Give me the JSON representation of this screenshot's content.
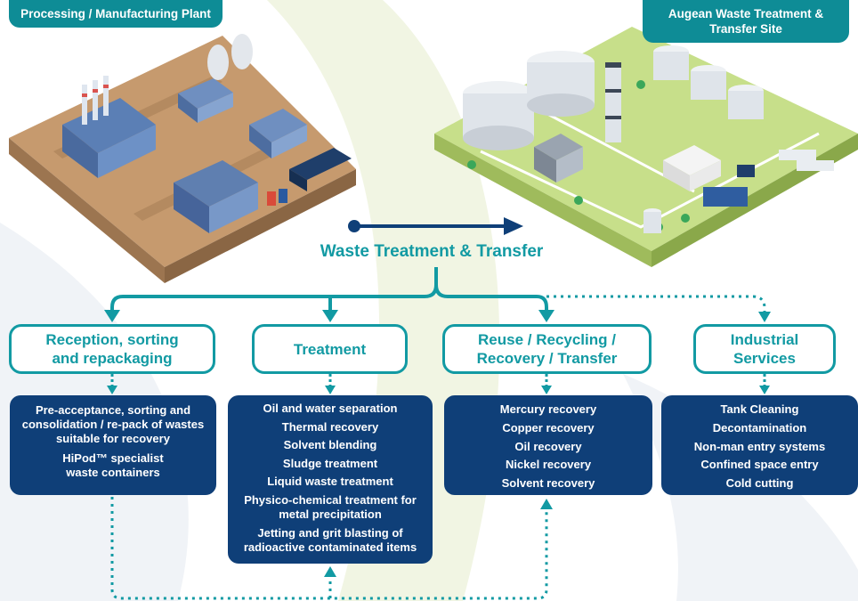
{
  "tags": {
    "left": "Processing / Manufacturing Plant",
    "right": "Augean Waste Treatment & Transfer Site"
  },
  "main_title": "Waste Treatment & Transfer",
  "columns": [
    {
      "heading": "Reception, sorting and repackaging",
      "items": [
        "Pre-acceptance, sorting and consolidation / re-pack of wastes suitable for recovery",
        "HiPod™ specialist waste containers"
      ]
    },
    {
      "heading": "Treatment",
      "items": [
        "Oil and water separation",
        "Thermal recovery",
        "Solvent blending",
        "Sludge treatment",
        "Liquid waste treatment",
        "Physico-chemical treatment for metal precipitation",
        "Jetting and grit blasting of radioactive contaminated items"
      ]
    },
    {
      "heading": "Reuse / Recycling / Recovery / Transfer",
      "items": [
        "Mercury recovery",
        "Copper recovery",
        "Oil recovery",
        "Nickel recovery",
        "Solvent recovery"
      ]
    },
    {
      "heading": "Industrial Services",
      "items": [
        "Tank Cleaning",
        "Decontamination",
        "Non-man entry systems",
        "Confined space entry",
        "Cold cutting"
      ]
    }
  ],
  "colors": {
    "teal": "#129aa3",
    "navy": "#0f3f78",
    "tag": "#0e8c96",
    "ground_left": "#c69a6e",
    "ground_right": "#c7df8a"
  },
  "icons": {
    "left_illustration": "industrial-plant-illustration",
    "right_illustration": "waste-treatment-site-illustration",
    "flow_arrow": "arrow-right-icon"
  }
}
